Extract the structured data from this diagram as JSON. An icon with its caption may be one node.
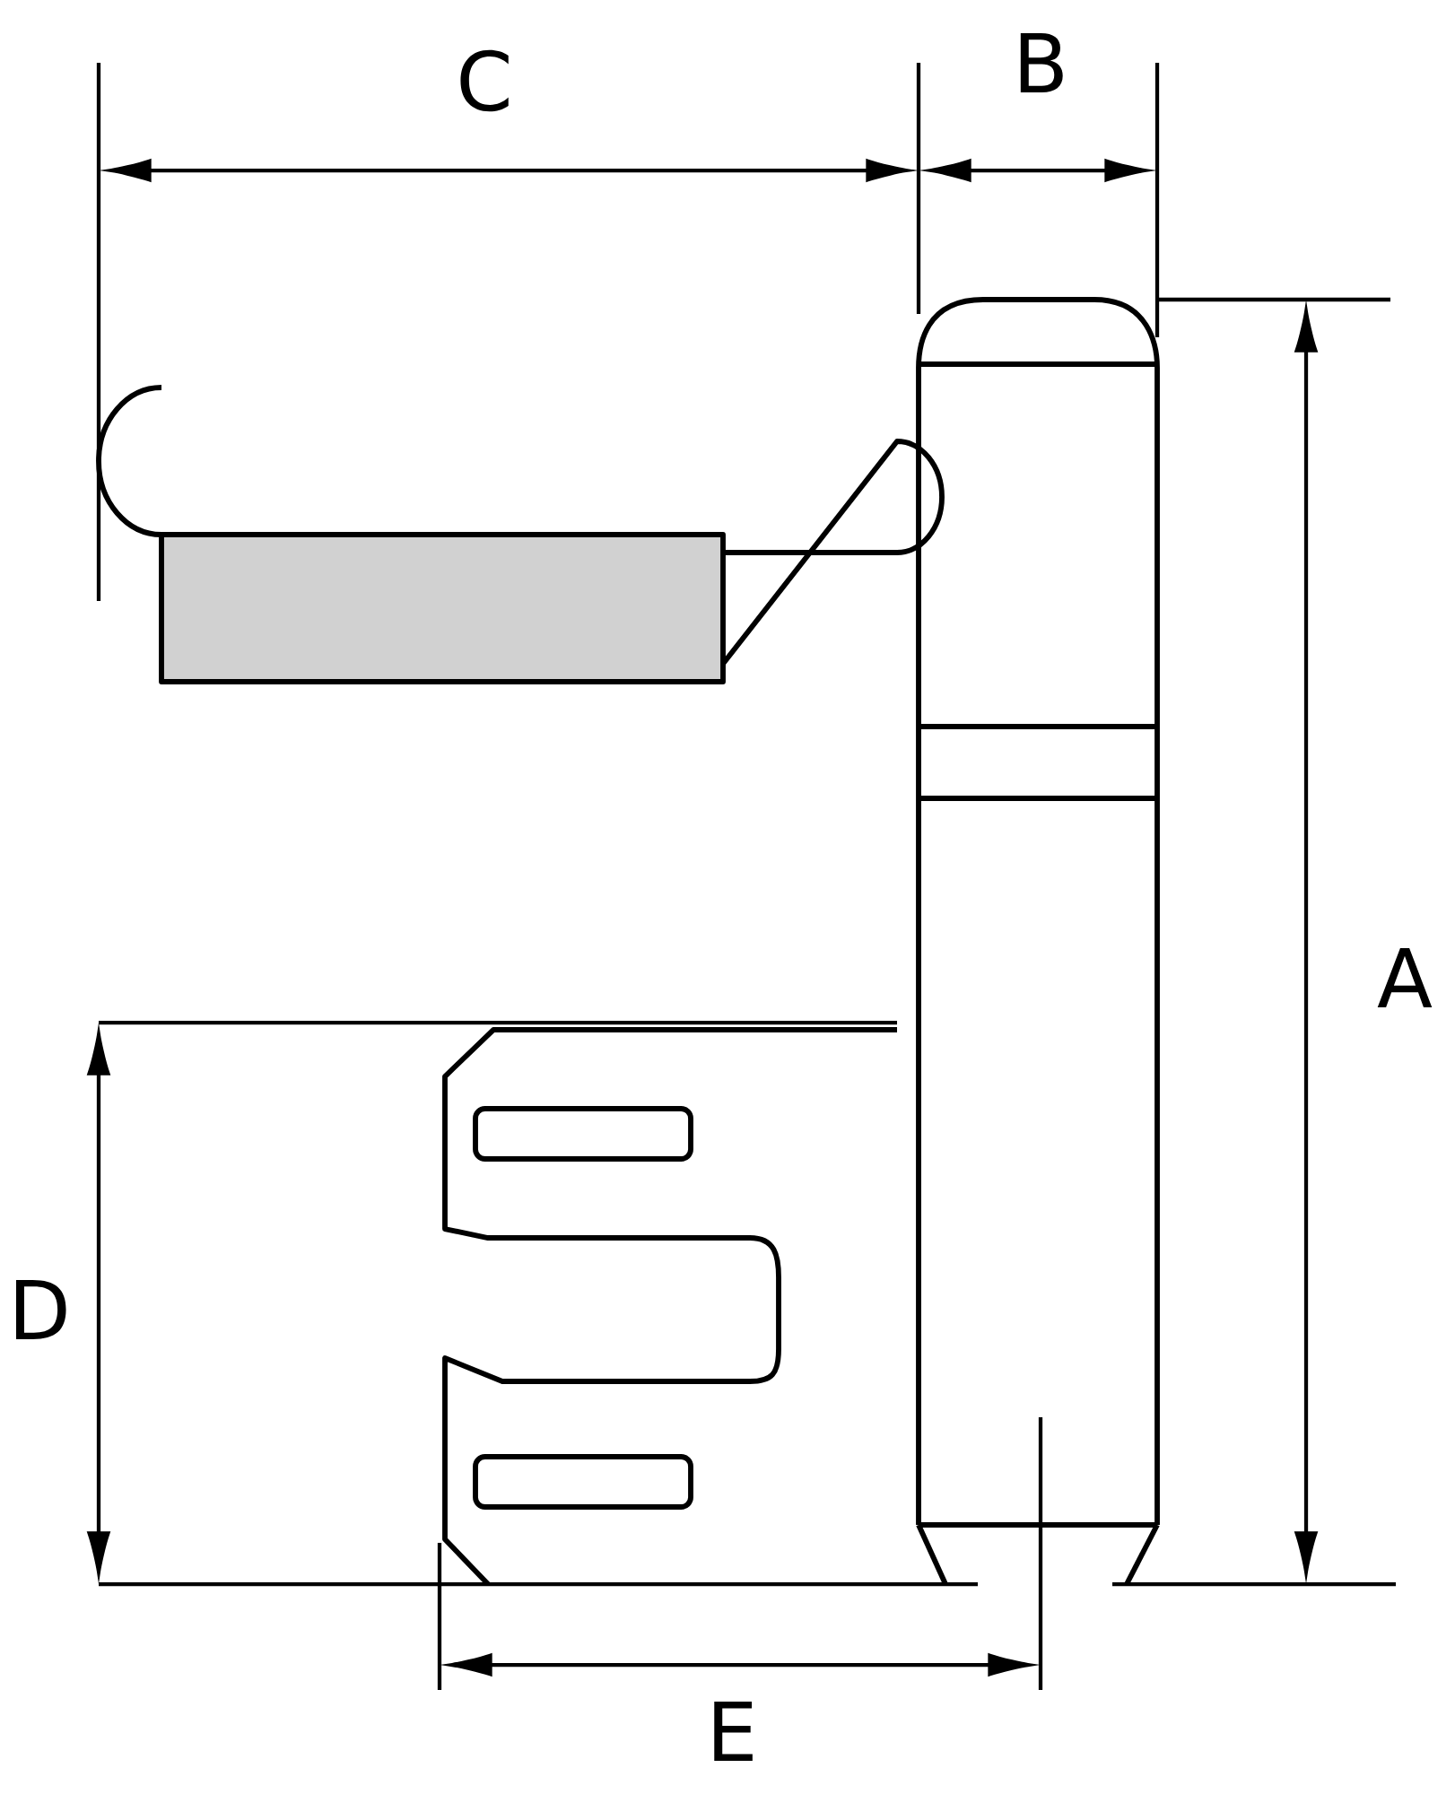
{
  "diagram": {
    "labels": [
      "C",
      "B",
      "A",
      "D",
      "E"
    ]
  }
}
